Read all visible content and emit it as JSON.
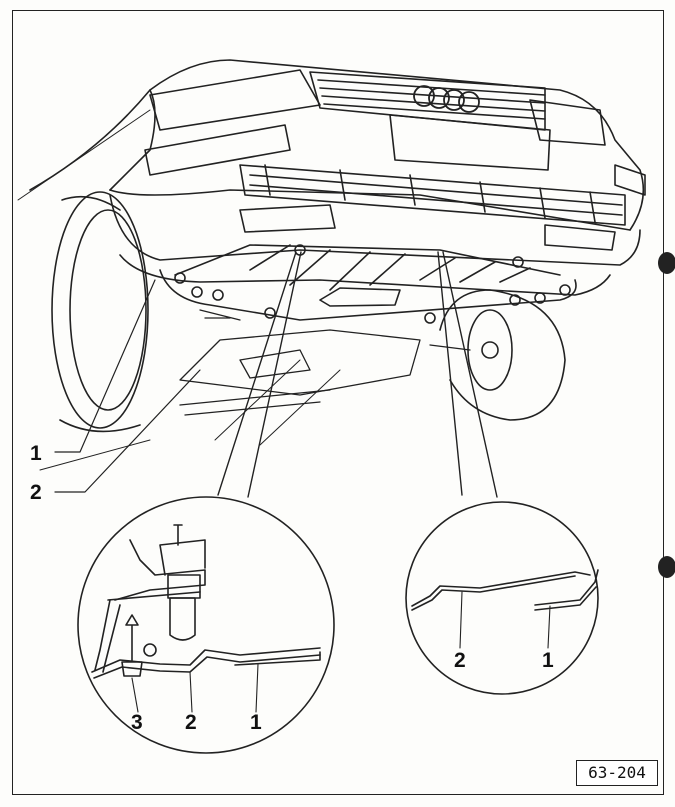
{
  "figure": {
    "number": "63-204"
  },
  "callouts": {
    "main_1": "1",
    "main_2": "2",
    "left_detail_3": "3",
    "left_detail_2": "2",
    "left_detail_1": "1",
    "right_detail_2": "2",
    "right_detail_1": "1"
  },
  "colors": {
    "ink": "#222222",
    "paper": "#fdfdfb",
    "hole": "#1a1a1a"
  },
  "icons": {
    "brand_logo": "four-rings-logo"
  }
}
